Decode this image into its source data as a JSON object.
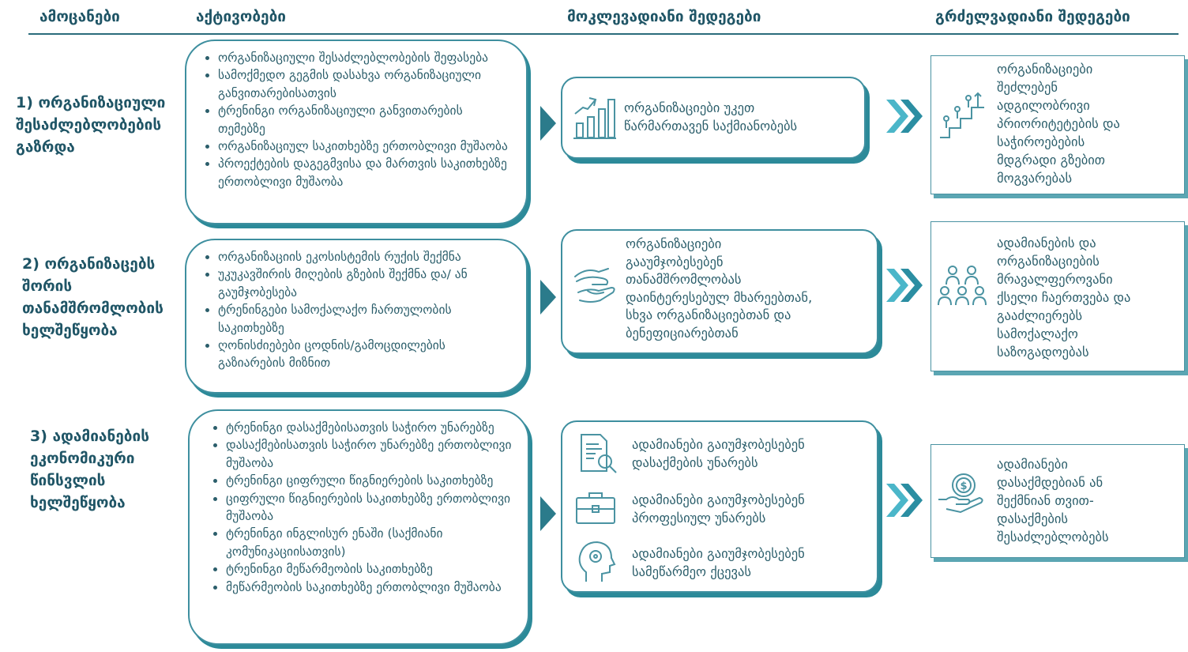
{
  "headers": {
    "objectives": "ამოცანები",
    "activities": "აქტივობები",
    "short_term": "მოკლევადიანი შედეგები",
    "long_term": "გრძელვადიანი შედეგები"
  },
  "rows": [
    {
      "objective": [
        "1) ორგანიზაციული",
        "შესაძლებლობების",
        "გაზრდა"
      ],
      "activities": [
        "ორგანიზაციული შესაძლებლობების შეფასება",
        "სამოქმედო გეგმის დასახვა ორგანიზაციული განვითარებისათვის",
        "ტრენინგი ორგანიზაციული განვითარების თემებზე",
        "ორგანიზაციულ საკითხებზე ერთობლივი მუშაობა",
        "პროექტების დაგეგმვისა და მართვის საკითხებზე ერთობლივი მუშაობა"
      ],
      "short_term": [
        "ორგანიზაციები უკეთ",
        "წარმართავენ საქმიანობებს"
      ],
      "long_term": [
        "ორგანიზაციები",
        "შეძლებენ",
        "ადგილობრივი",
        "პრიორიტეტების და",
        "საჭიროებების",
        "მდგრადი გზებით",
        "მოგვარებას"
      ]
    },
    {
      "objective": [
        "2) ორგანიზაცებს",
        "შორის",
        "თანამშრომლობის",
        "ხელშეწყობა"
      ],
      "activities": [
        "ორგანიზაციის ეკოსისტემის რუქის შექმნა",
        "უკუკავშირის მიღების გზების შექმნა და/ ან გაუმჯობესება",
        "ტრენინგები სამოქალაქო ჩართულობის საკითხებზე",
        "ღონისძიებები ცოდნის/გამოცდილების გაზიარების მიზნით"
      ],
      "short_term": [
        "ორგანიზაციები",
        "გააუმჯობესებენ",
        "თანამშრომლობას",
        "დაინტერესებულ მხარეებთან,",
        "სხვა ორგანიზაციებთან და",
        "ბენეფიციარებთან"
      ],
      "long_term": [
        "ადამიანების და",
        "ორგანიზაციების",
        "მრავალფეროვანი",
        "ქსელი ჩაერთვება და",
        "გააძლიერებს",
        "სამოქალაქო",
        "საზოგადოებას"
      ]
    },
    {
      "objective": [
        "3) ადამიანების",
        "ეკონომიკური",
        "წინსვლის",
        "ხელშეწყობა"
      ],
      "activities": [
        "ტრენინგი დასაქმებისათვის საჭირო უნარებზე",
        "დასაქმებისათვის საჭირო უნარებზე ერთობლივი მუშაობა",
        "ტრენინგი ციფრული წიგნიერების საკითხებზე",
        "ციფრული წიგნიერების საკითხებზე ერთობლივი მუშაობა",
        "ტრენინგი ინგლისურ ენაში (საქმიანი კომუნიკაციისათვის)",
        "ტრენინგი მეწარმეობის საკითხებზე",
        "მეწარმეობის საკითხებზე ერთობლივი მუშაობა"
      ],
      "short_term_items": [
        [
          "ადამიანები გაიუმჯობესებენ",
          "დასაქმების უნარებს"
        ],
        [
          "ადამიანები გაიუმჯობესებენ",
          "პროფესიულ უნარებს"
        ],
        [
          "ადამიანები გაიუმჯობესებენ",
          "სამეწარმეო ქცევას"
        ]
      ],
      "long_term": [
        "ადამიანები",
        "დასაქმდებიან ან",
        "შექმნიან თვით-",
        "დასაქმების",
        "შესაძლებლობებს"
      ]
    }
  ],
  "icons": {
    "row1_short": "growth-chart-icon",
    "row1_long": "people-climbing-steps-icon",
    "row2_short": "handshake-icon",
    "row2_long": "people-group-icon",
    "row3_short": [
      "document-search-icon",
      "briefcase-icon",
      "head-gear-icon"
    ],
    "row3_long": "hand-coin-icon"
  },
  "colors": {
    "accent": "#2b7b8b",
    "chevron": "#4bb6c9",
    "text": "#2b5e6b"
  }
}
